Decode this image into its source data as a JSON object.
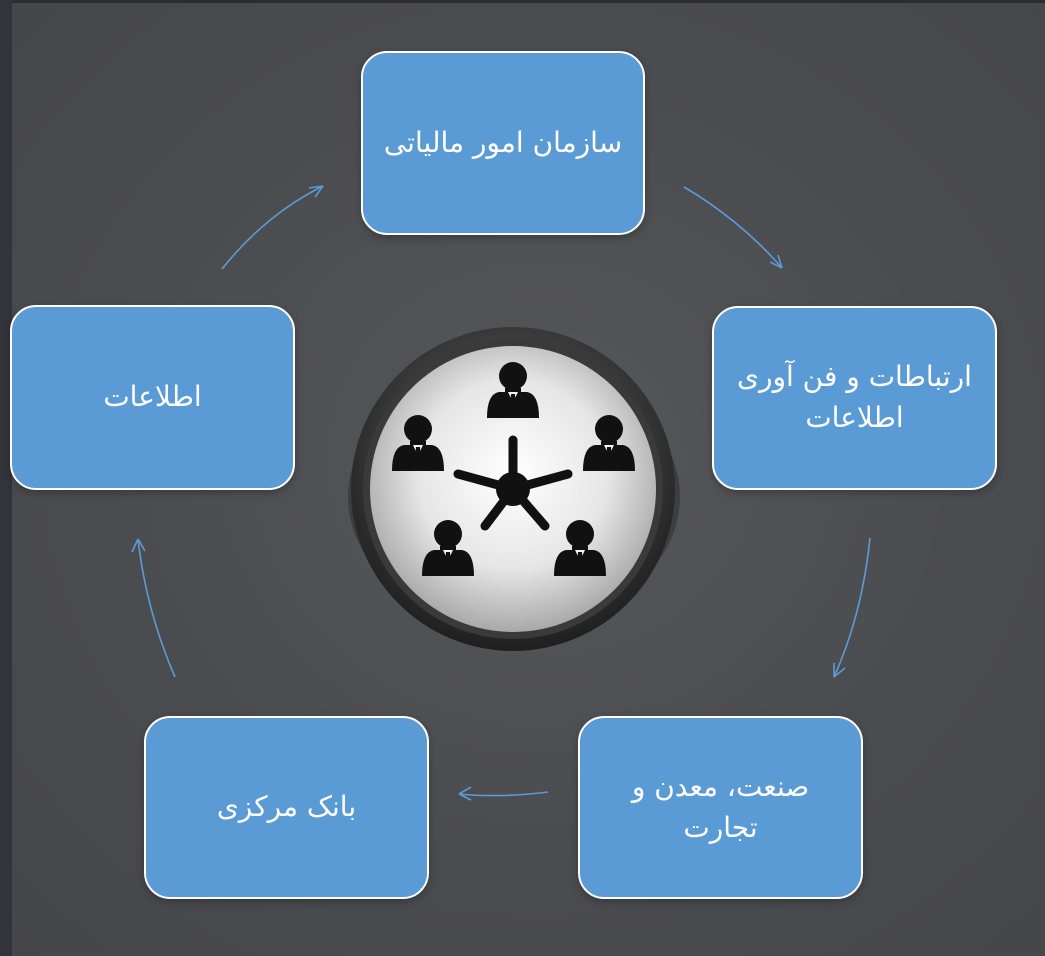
{
  "diagram": {
    "type": "cycle",
    "nodes": [
      {
        "id": "tax",
        "label": "سازمان امور مالیاتی"
      },
      {
        "id": "ict",
        "label": "ارتباطات و فن آوری اطلاعات"
      },
      {
        "id": "industry",
        "label": "صنعت، معدن و تجارت"
      },
      {
        "id": "bank",
        "label": "بانک مرکزی"
      },
      {
        "id": "info",
        "label": "اطلاعات"
      }
    ],
    "center_icon": "network-people-icon",
    "colors": {
      "node_fill": "#5b9bd5",
      "node_border": "#ffffff",
      "arrow": "#5b9bd5",
      "background": "#4a4b4f"
    }
  }
}
